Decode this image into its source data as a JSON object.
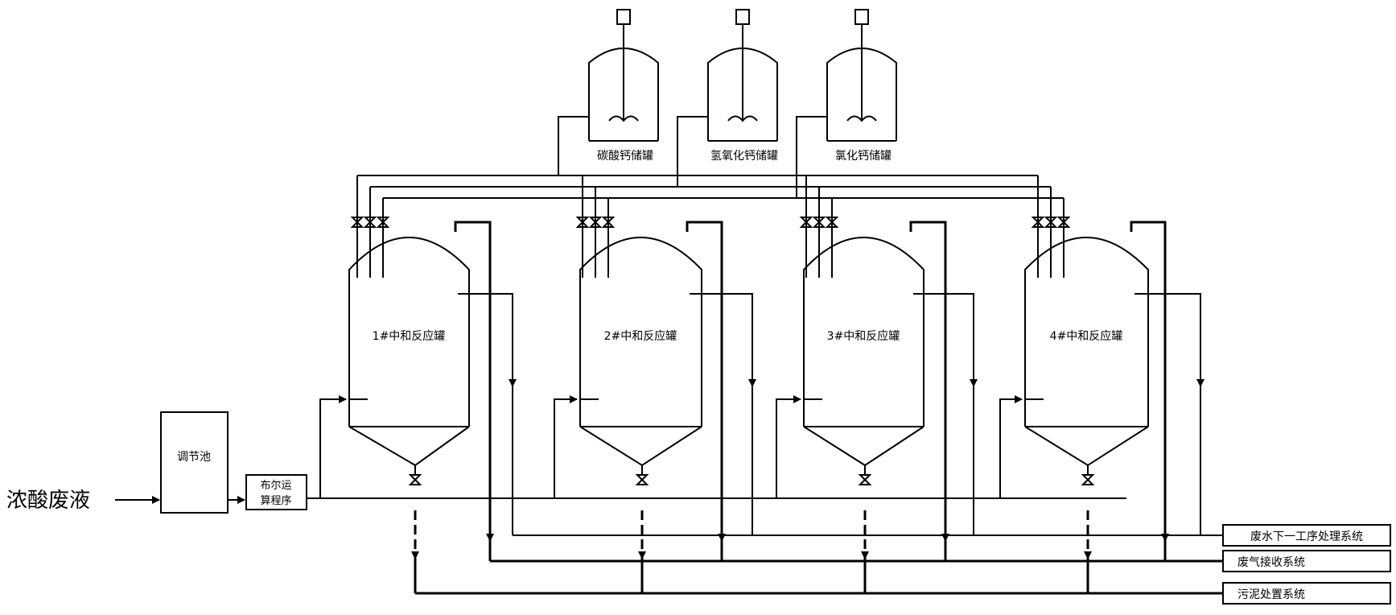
{
  "inlet_label": "浓酸废液",
  "conditioning_tank": {
    "label": "调节池"
  },
  "control_box": {
    "label_line1": "布尔运",
    "label_line2": "算程序"
  },
  "storage_tanks": [
    {
      "label": "碳酸钙储罐"
    },
    {
      "label": "氢氧化钙储罐"
    },
    {
      "label": "氯化钙储罐"
    }
  ],
  "reactors": [
    {
      "label": "1#中和反应罐"
    },
    {
      "label": "2#中和反应罐"
    },
    {
      "label": "3#中和反应罐"
    },
    {
      "label": "4#中和反应罐"
    }
  ],
  "outputs": [
    {
      "label": "废水下一工序处理系统"
    },
    {
      "label": "废气接收系统"
    },
    {
      "label": "污泥处置系统"
    }
  ]
}
